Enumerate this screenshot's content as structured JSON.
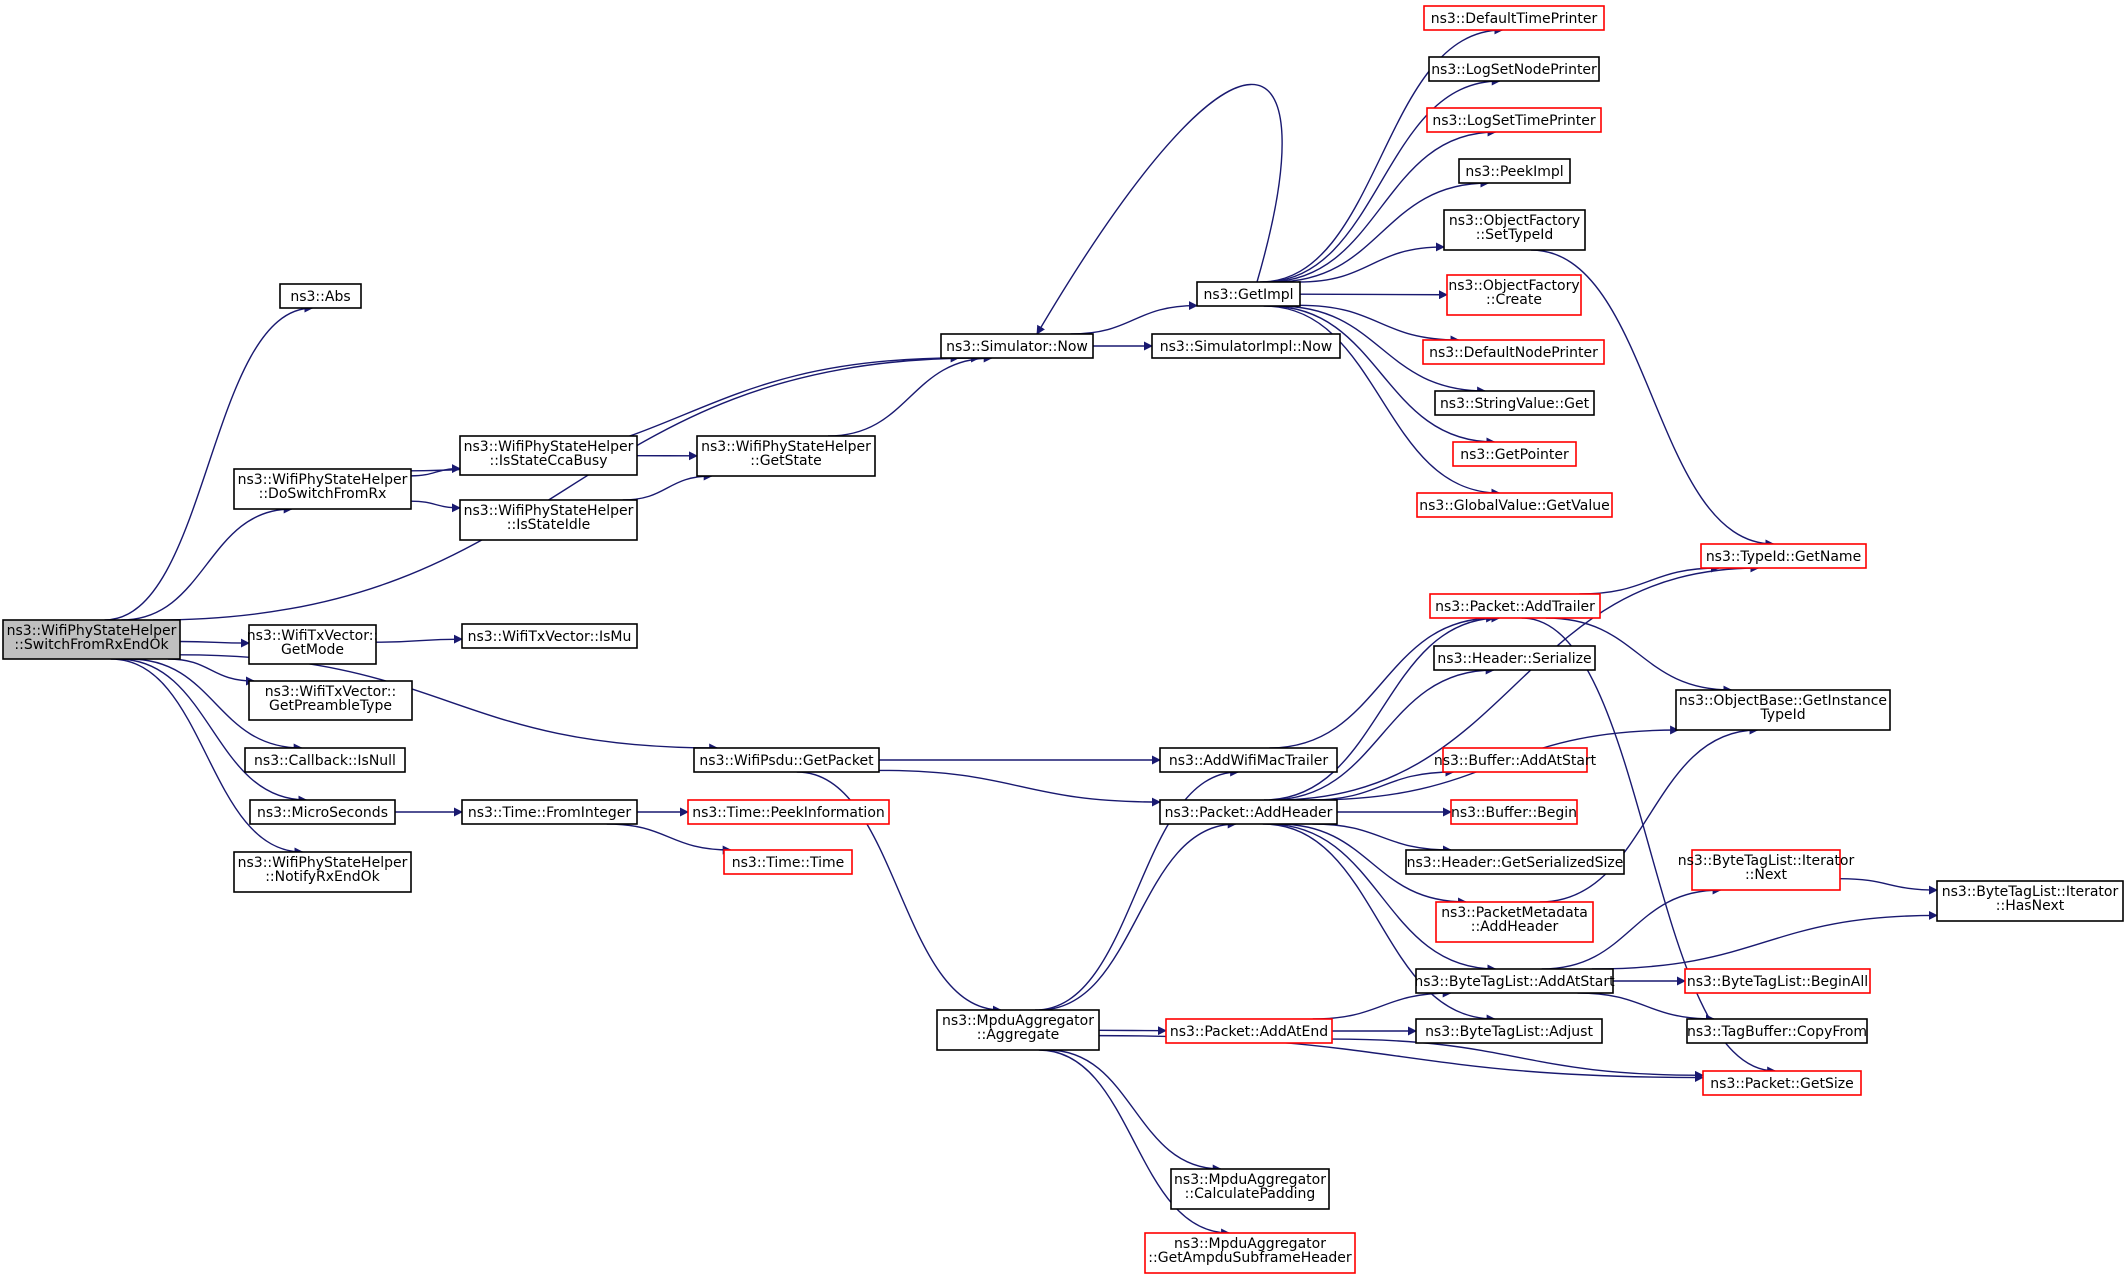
{
  "colors": {
    "edge": "#191970",
    "border_default": "#000000",
    "border_truncated": "#ff0000",
    "root_fill": "#bfbfbf"
  },
  "nodes": [
    {
      "id": "root",
      "lines": [
        "ns3::WifiPhyStateHelper",
        "::SwitchFromRxEndOk"
      ],
      "style": "root"
    },
    {
      "id": "abs",
      "lines": [
        "ns3::Abs"
      ],
      "style": "default"
    },
    {
      "id": "dswitch",
      "lines": [
        "ns3::WifiPhyStateHelper",
        "::DoSwitchFromRx"
      ],
      "style": "default"
    },
    {
      "id": "getmode",
      "lines": [
        "ns3::WifiTxVector::",
        "GetMode"
      ],
      "style": "default"
    },
    {
      "id": "getpre",
      "lines": [
        "ns3::WifiTxVector::",
        "GetPreambleType"
      ],
      "style": "default"
    },
    {
      "id": "isnull",
      "lines": [
        "ns3::Callback::IsNull"
      ],
      "style": "default"
    },
    {
      "id": "micro",
      "lines": [
        "ns3::MicroSeconds"
      ],
      "style": "default"
    },
    {
      "id": "notify",
      "lines": [
        "ns3::WifiPhyStateHelper",
        "::NotifyRxEndOk"
      ],
      "style": "default"
    },
    {
      "id": "ccabusy",
      "lines": [
        "ns3::WifiPhyStateHelper",
        "::IsStateCcaBusy"
      ],
      "style": "default"
    },
    {
      "id": "idle",
      "lines": [
        "ns3::WifiPhyStateHelper",
        "::IsStateIdle"
      ],
      "style": "default"
    },
    {
      "id": "getstate",
      "lines": [
        "ns3::WifiPhyStateHelper",
        "::GetState"
      ],
      "style": "default"
    },
    {
      "id": "ismu",
      "lines": [
        "ns3::WifiTxVector::IsMu"
      ],
      "style": "default"
    },
    {
      "id": "fromint",
      "lines": [
        "ns3::Time::FromInteger"
      ],
      "style": "default"
    },
    {
      "id": "peekinfo",
      "lines": [
        "ns3::Time::PeekInformation"
      ],
      "style": "truncated"
    },
    {
      "id": "timetime",
      "lines": [
        "ns3::Time::Time"
      ],
      "style": "truncated"
    },
    {
      "id": "psdu",
      "lines": [
        "ns3::WifiPsdu::GetPacket"
      ],
      "style": "default"
    },
    {
      "id": "simnow",
      "lines": [
        "ns3::Simulator::Now"
      ],
      "style": "default"
    },
    {
      "id": "getimpl",
      "lines": [
        "ns3::GetImpl"
      ],
      "style": "default"
    },
    {
      "id": "simimplnow",
      "lines": [
        "ns3::SimulatorImpl::Now"
      ],
      "style": "default"
    },
    {
      "id": "deftime",
      "lines": [
        "ns3::DefaultTimePrinter"
      ],
      "style": "truncated"
    },
    {
      "id": "lognode",
      "lines": [
        "ns3::LogSetNodePrinter"
      ],
      "style": "default"
    },
    {
      "id": "logtime",
      "lines": [
        "ns3::LogSetTimePrinter"
      ],
      "style": "truncated"
    },
    {
      "id": "peekimpl",
      "lines": [
        "ns3::PeekImpl"
      ],
      "style": "default"
    },
    {
      "id": "settype",
      "lines": [
        "ns3::ObjectFactory",
        "::SetTypeId"
      ],
      "style": "default"
    },
    {
      "id": "create",
      "lines": [
        "ns3::ObjectFactory",
        "::Create"
      ],
      "style": "truncated"
    },
    {
      "id": "defnode",
      "lines": [
        "ns3::DefaultNodePrinter"
      ],
      "style": "truncated"
    },
    {
      "id": "strget",
      "lines": [
        "ns3::StringValue::Get"
      ],
      "style": "default"
    },
    {
      "id": "getptr",
      "lines": [
        "ns3::GetPointer"
      ],
      "style": "truncated"
    },
    {
      "id": "globget",
      "lines": [
        "ns3::GlobalValue::GetValue"
      ],
      "style": "truncated"
    },
    {
      "id": "typename",
      "lines": [
        "ns3::TypeId::GetName"
      ],
      "style": "truncated"
    },
    {
      "id": "addtrailer",
      "lines": [
        "ns3::Packet::AddTrailer"
      ],
      "style": "truncated"
    },
    {
      "id": "hdrser",
      "lines": [
        "ns3::Header::Serialize"
      ],
      "style": "default"
    },
    {
      "id": "getinst",
      "lines": [
        "ns3::ObjectBase::GetInstance",
        "TypeId"
      ],
      "style": "default"
    },
    {
      "id": "addmac",
      "lines": [
        "ns3::AddWifiMacTrailer"
      ],
      "style": "default"
    },
    {
      "id": "bufaddstart",
      "lines": [
        "ns3::Buffer::AddAtStart"
      ],
      "style": "truncated"
    },
    {
      "id": "addheader",
      "lines": [
        "ns3::Packet::AddHeader"
      ],
      "style": "default"
    },
    {
      "id": "bufbegin",
      "lines": [
        "ns3::Buffer::Begin"
      ],
      "style": "truncated"
    },
    {
      "id": "hdrsize",
      "lines": [
        "ns3::Header::GetSerializedSize"
      ],
      "style": "default"
    },
    {
      "id": "itnext",
      "lines": [
        "ns3::ByteTagList::Iterator",
        "::Next"
      ],
      "style": "truncated"
    },
    {
      "id": "ithasnext",
      "lines": [
        "ns3::ByteTagList::Iterator",
        "::HasNext"
      ],
      "style": "default"
    },
    {
      "id": "pmaddhdr",
      "lines": [
        "ns3::PacketMetadata",
        "::AddHeader"
      ],
      "style": "truncated"
    },
    {
      "id": "btladdstart",
      "lines": [
        "ns3::ByteTagList::AddAtStart"
      ],
      "style": "default"
    },
    {
      "id": "btlbeginall",
      "lines": [
        "ns3::ByteTagList::BeginAll"
      ],
      "style": "truncated"
    },
    {
      "id": "mpduagg",
      "lines": [
        "ns3::MpduAggregator",
        "::Aggregate"
      ],
      "style": "default"
    },
    {
      "id": "addatend",
      "lines": [
        "ns3::Packet::AddAtEnd"
      ],
      "style": "truncated"
    },
    {
      "id": "btladjust",
      "lines": [
        "ns3::ByteTagList::Adjust"
      ],
      "style": "default"
    },
    {
      "id": "tagcopy",
      "lines": [
        "ns3::TagBuffer::CopyFrom"
      ],
      "style": "default"
    },
    {
      "id": "getsize",
      "lines": [
        "ns3::Packet::GetSize"
      ],
      "style": "truncated"
    },
    {
      "id": "calcpad",
      "lines": [
        "ns3::MpduAggregator",
        "::CalculatePadding"
      ],
      "style": "default"
    },
    {
      "id": "getampdu",
      "lines": [
        "ns3::MpduAggregator",
        "::GetAmpduSubframeHeader"
      ],
      "style": "truncated"
    }
  ],
  "edges": [
    [
      "root",
      "abs"
    ],
    [
      "root",
      "simnow"
    ],
    [
      "root",
      "dswitch"
    ],
    [
      "root",
      "psdu"
    ],
    [
      "root",
      "getmode"
    ],
    [
      "root",
      "getpre"
    ],
    [
      "root",
      "isnull"
    ],
    [
      "root",
      "micro"
    ],
    [
      "root",
      "notify"
    ],
    [
      "dswitch",
      "simnow"
    ],
    [
      "dswitch",
      "ccabusy"
    ],
    [
      "dswitch",
      "idle"
    ],
    [
      "ccabusy",
      "getstate"
    ],
    [
      "idle",
      "getstate"
    ],
    [
      "getstate",
      "simnow"
    ],
    [
      "getmode",
      "ismu"
    ],
    [
      "micro",
      "fromint"
    ],
    [
      "fromint",
      "peekinfo"
    ],
    [
      "fromint",
      "timetime"
    ],
    [
      "simnow",
      "getimpl"
    ],
    [
      "simnow",
      "simimplnow"
    ],
    [
      "getimpl",
      "deftime"
    ],
    [
      "getimpl",
      "lognode"
    ],
    [
      "getimpl",
      "logtime"
    ],
    [
      "getimpl",
      "peekimpl"
    ],
    [
      "getimpl",
      "settype"
    ],
    [
      "getimpl",
      "create"
    ],
    [
      "getimpl",
      "defnode"
    ],
    [
      "getimpl",
      "strget"
    ],
    [
      "getimpl",
      "getptr"
    ],
    [
      "getimpl",
      "globget"
    ],
    [
      "getimpl",
      "simnow"
    ],
    [
      "settype",
      "typename"
    ],
    [
      "psdu",
      "addmac"
    ],
    [
      "psdu",
      "addheader"
    ],
    [
      "psdu",
      "mpduagg"
    ],
    [
      "addmac",
      "addtrailer"
    ],
    [
      "addtrailer",
      "typename"
    ],
    [
      "addtrailer",
      "getinst"
    ],
    [
      "addtrailer",
      "getsize"
    ],
    [
      "addheader",
      "typename"
    ],
    [
      "addheader",
      "addtrailer"
    ],
    [
      "addheader",
      "hdrser"
    ],
    [
      "addheader",
      "getinst"
    ],
    [
      "addheader",
      "bufaddstart"
    ],
    [
      "addheader",
      "bufbegin"
    ],
    [
      "addheader",
      "hdrsize"
    ],
    [
      "addheader",
      "pmaddhdr"
    ],
    [
      "addheader",
      "btladdstart"
    ],
    [
      "addheader",
      "btladjust"
    ],
    [
      "pmaddhdr",
      "getinst"
    ],
    [
      "btladdstart",
      "itnext"
    ],
    [
      "btladdstart",
      "ithasnext"
    ],
    [
      "btladdstart",
      "btlbeginall"
    ],
    [
      "btladdstart",
      "tagcopy"
    ],
    [
      "itnext",
      "ithasnext"
    ],
    [
      "mpduagg",
      "addmac"
    ],
    [
      "mpduagg",
      "addheader"
    ],
    [
      "mpduagg",
      "addatend"
    ],
    [
      "mpduagg",
      "getsize"
    ],
    [
      "mpduagg",
      "calcpad"
    ],
    [
      "mpduagg",
      "getampdu"
    ],
    [
      "addatend",
      "btladdstart"
    ],
    [
      "addatend",
      "btladjust"
    ],
    [
      "addatend",
      "getsize"
    ]
  ]
}
